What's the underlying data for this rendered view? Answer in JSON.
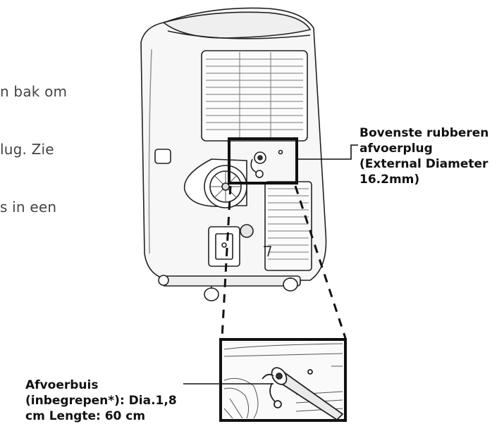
{
  "body_text": {
    "lines": [
      "n bak om",
      "lug. Zie",
      "s in een"
    ]
  },
  "callouts": {
    "top_plug": {
      "lines": [
        "Bovenste rubberen",
        "afvoerplug",
        "(External Diameter",
        "16.2mm)"
      ]
    },
    "drain_hose": {
      "lines": [
        "Afvoerbuis",
        "(inbegrepen*): Dia.1,8",
        "cm Lengte: 60 cm"
      ]
    }
  },
  "colors": {
    "line": "#111111",
    "body_text": "#444444",
    "device_fill": "#f7f7f7"
  }
}
